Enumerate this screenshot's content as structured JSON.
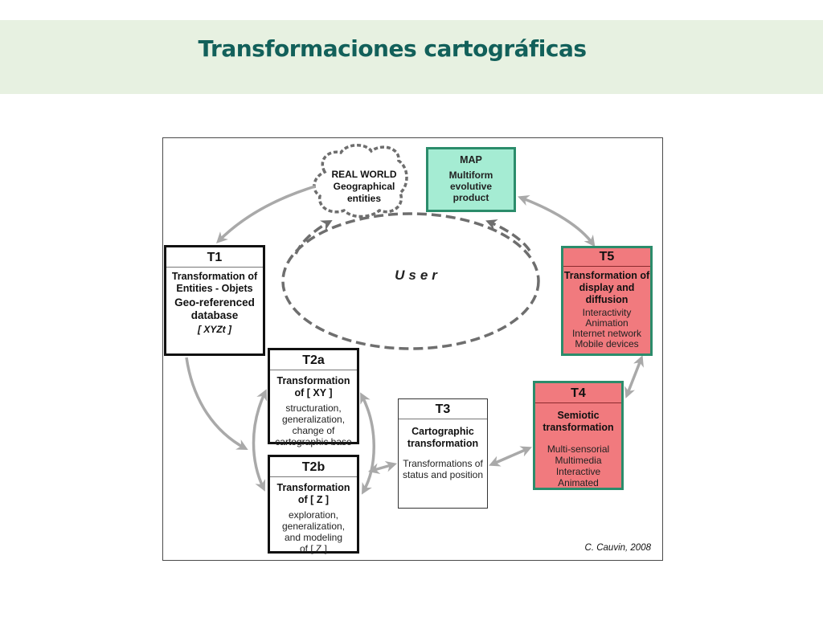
{
  "slide": {
    "title": "Transformaciones cartográficas"
  },
  "diagram": {
    "real_world": {
      "lines": [
        "REAL WORLD",
        "Geographical",
        "entities"
      ]
    },
    "map": {
      "title": "MAP",
      "lines": [
        "Multiform",
        "evolutive",
        "product"
      ]
    },
    "user_label": "User",
    "t1": {
      "header": "T1",
      "title": "Transformation of Entities - Objets",
      "main": "Geo-referenced database",
      "code": "[ XYZt ]"
    },
    "t2a": {
      "header": "T2a",
      "title": "Transformation",
      "title_of": "of [ XY ]",
      "details": [
        "structuration,",
        "generalization,",
        "change of",
        "cartographic base"
      ]
    },
    "t2b": {
      "header": "T2b",
      "title": "Transformation",
      "title_of": "of [ Z ]",
      "details": [
        "exploration,",
        "generalization,",
        "and modeling",
        "of [ Z ]"
      ]
    },
    "t3": {
      "header": "T3",
      "title": "Cartographic transformation",
      "details": "Transformations of status and position"
    },
    "t4": {
      "header": "T4",
      "title": "Semiotic transformation",
      "details": [
        "Multi-sensorial",
        "Multimedia",
        "Interactive",
        "Animated"
      ]
    },
    "t5": {
      "header": "T5",
      "title": "Transformation of display and diffusion",
      "details": [
        "Interactivity",
        "Animation",
        "Internet network",
        "Mobile devices"
      ]
    },
    "credit": "C. Cauvin, 2008"
  },
  "colors": {
    "title": "#12605a",
    "title_band": "#e7f1e1",
    "map_fill": "#a5ecd3",
    "t4_t5_fill": "#f17a7e",
    "teal_border": "#2b8c6b",
    "arrow_gray": "#a9a9a9",
    "dashed_gray": "#6e6e6e"
  }
}
